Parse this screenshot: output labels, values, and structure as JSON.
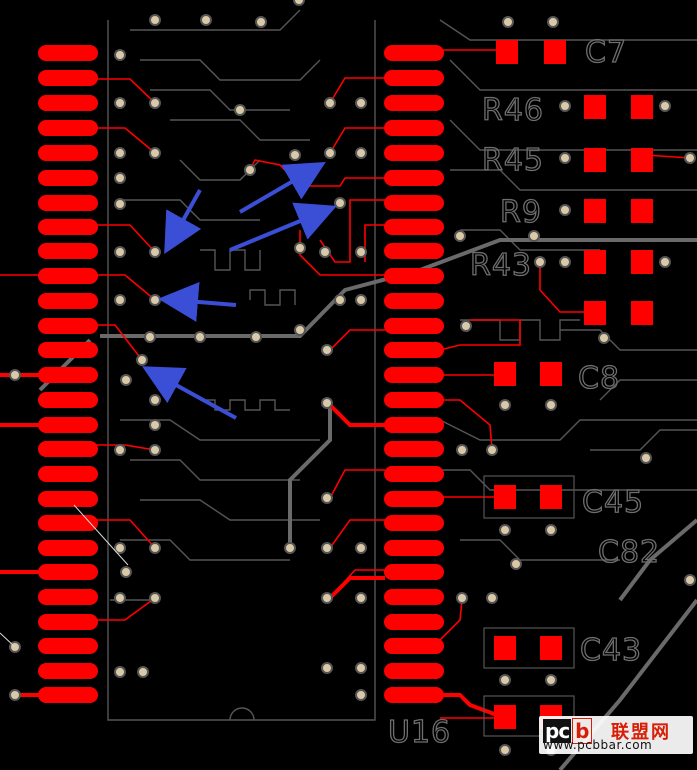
{
  "board": {
    "background": "#000000",
    "pad_color": "#ff0000",
    "trace_color": "#ff0000",
    "silk_color": "#6e6e6e",
    "arrow_color": "#3b4ed6"
  },
  "designators": {
    "u16": "U16",
    "c7": "C7",
    "r46": "R46",
    "r45": "R45",
    "r9": "R9",
    "r43": "R43",
    "c8": "C8",
    "c43": "C43",
    "c45": "C45",
    "c82": "C82"
  },
  "watermark": {
    "logo_left": "pc",
    "logo_right": "b",
    "brand_cn": "联盟网",
    "url": "www.pcbbar.com"
  }
}
